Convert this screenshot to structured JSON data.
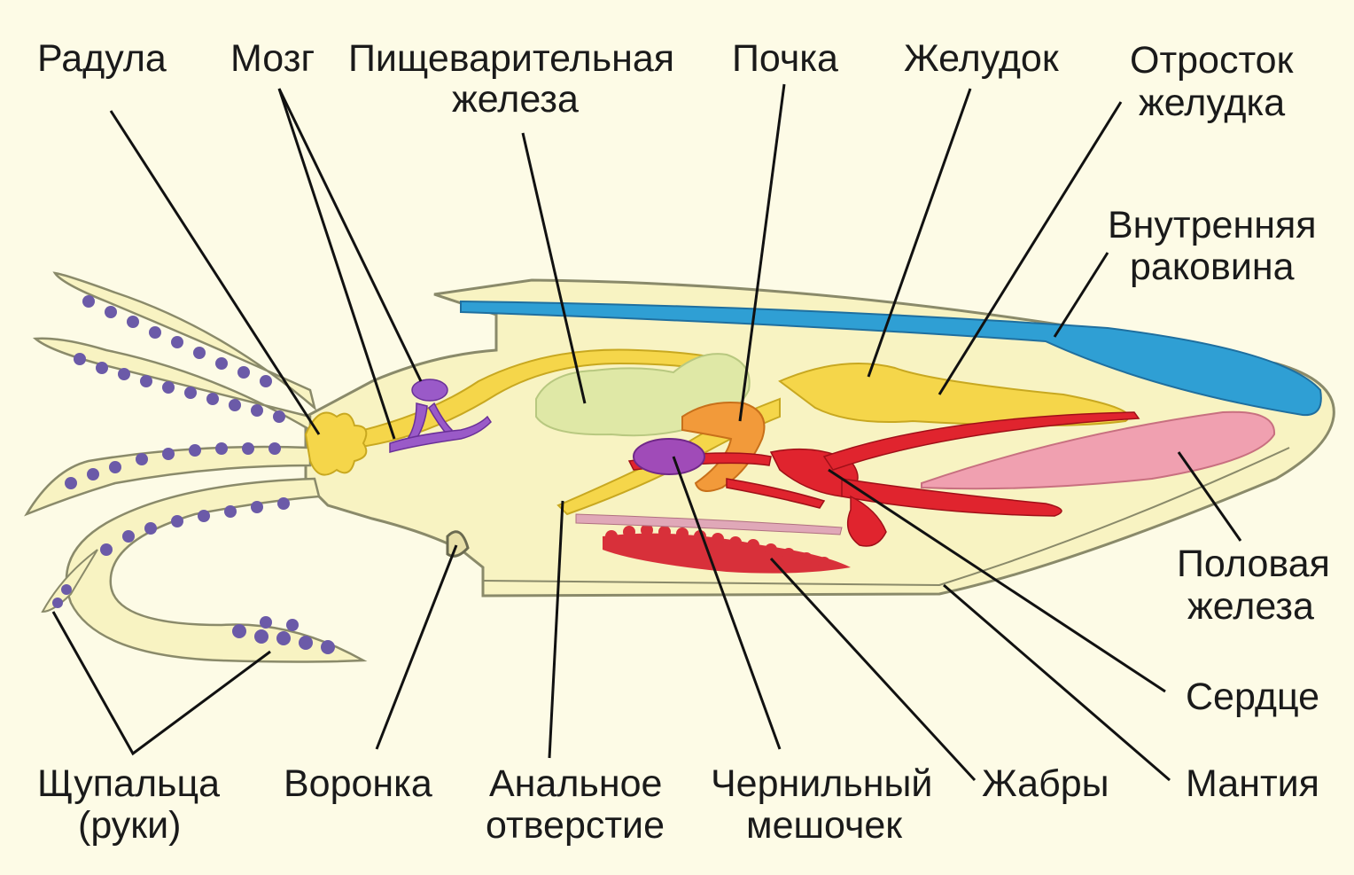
{
  "labels": {
    "radula": "Радула",
    "brain": "Мозг",
    "digestive_gland_1": "Пищеварительная",
    "digestive_gland_2": "железа",
    "kidney": "Почка",
    "stomach": "Желудок",
    "stomach_process_1": "Отросток",
    "stomach_process_2": "желудка",
    "inner_shell_1": "Внутренняя",
    "inner_shell_2": "раковина",
    "gonad_1": "Половая",
    "gonad_2": "железа",
    "heart": "Сердце",
    "mantle": "Мантия",
    "gills": "Жабры",
    "ink_sac_1": "Чернильный",
    "ink_sac_2": "мешочек",
    "anus_1": "Анальное",
    "anus_2": "отверстие",
    "funnel": "Воронка",
    "tentacles_1": "Щупальца",
    "tentacles_2": "(руки)"
  },
  "colors": {
    "background": "#fdfbe6",
    "body": "#f8f3c2",
    "body_outline": "#8a8a6a",
    "shell": "#2f9fd4",
    "digestive_gland": "#dfe8a6",
    "stomach": "#f5d64a",
    "kidney": "#f29a3a",
    "heart_vessels": "#e0242e",
    "ink_sac": "#a04bb8",
    "nerves_brain": "#9a5ac8",
    "gonad": "#f0a0b0",
    "suckers": "#6b5aa8",
    "leader_lines": "#111111"
  }
}
